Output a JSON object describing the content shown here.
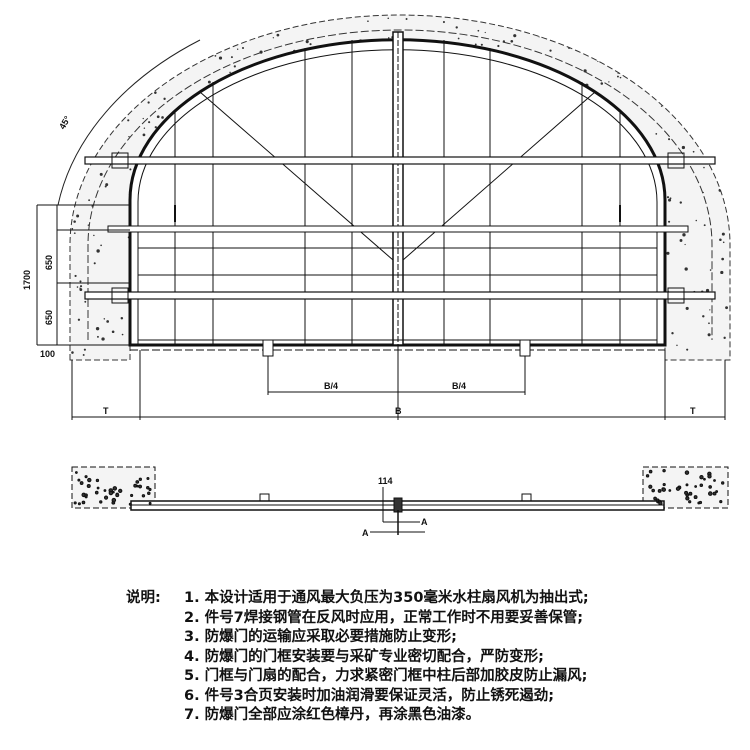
{
  "drawing": {
    "dimensions": {
      "angle": "45°",
      "height_total": "1700",
      "height_upper": "650",
      "height_lower": "650",
      "base": "100",
      "quarter_left": "B/4",
      "quarter_right": "B/4",
      "width": "B",
      "wall_left": "T",
      "wall_right": "T",
      "plan_gap": "114",
      "section_left": "A",
      "section_right": "A"
    }
  },
  "notes": {
    "label": "说明:",
    "items": [
      "1. 本设计适用于通风最大负压为350毫米水柱扇风机为抽出式;",
      "2. 件号7焊接钢管在反风时应用，正常工作时不用要妥善保管;",
      "3. 防爆门的运输应采取必要措施防止变形;",
      "4. 防爆门的门框安装要与采矿专业密切配合，严防变形;",
      "5. 门框与门扇的配合，力求紧密门框中柱后部加胶皮防止漏风;",
      "6. 件号3合页安装时加油润滑要保证灵活，防止锈死遏劲;",
      "7. 防爆门全部应涂红色樟丹，再涂黑色油漆。"
    ]
  }
}
